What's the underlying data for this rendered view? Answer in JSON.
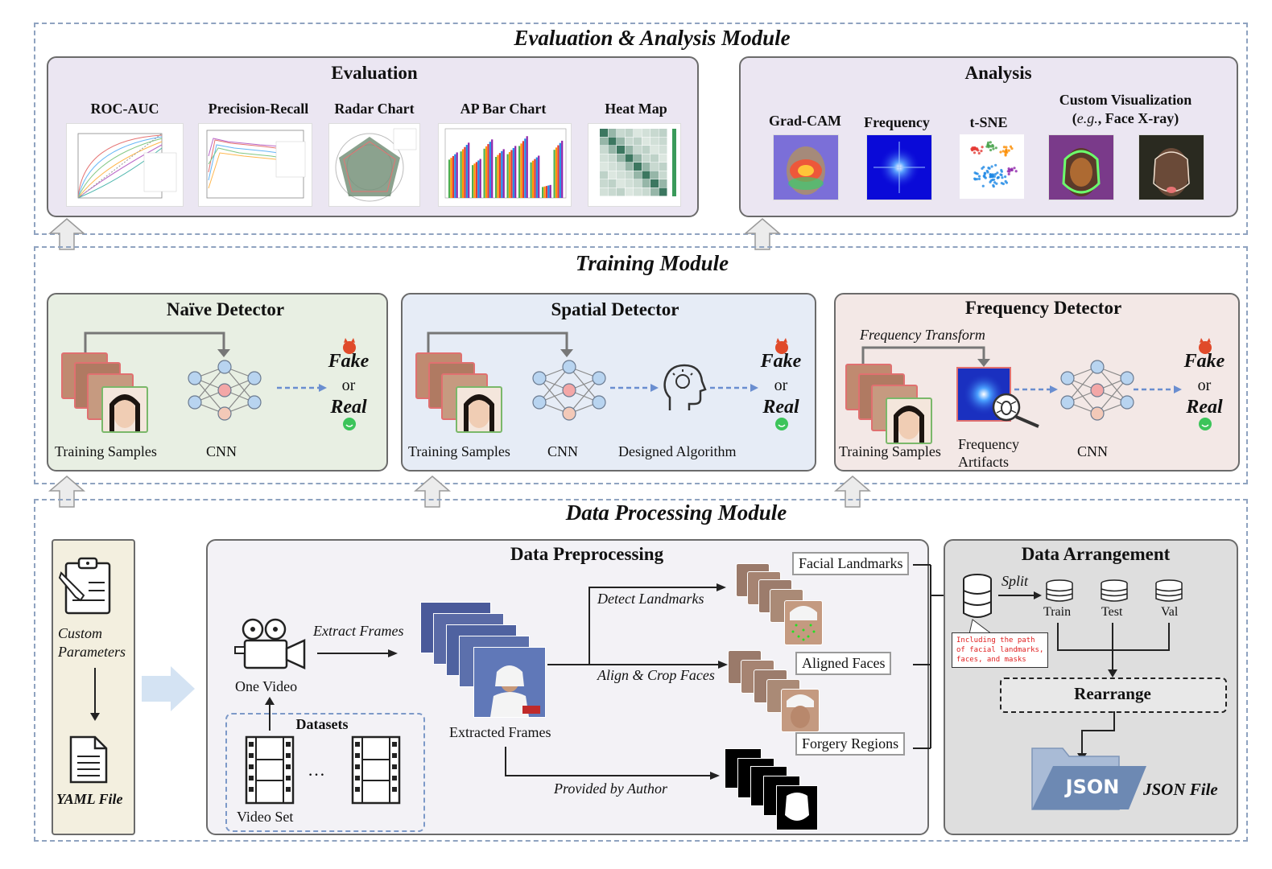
{
  "modules": {
    "evaluation_analysis": "Evaluation & Analysis Module",
    "training": "Training Module",
    "data_processing": "Data Processing Module"
  },
  "evaluation": {
    "title": "Evaluation",
    "items": [
      "ROC-AUC",
      "Precision-Recall",
      "Radar Chart",
      "AP Bar Chart",
      "Heat Map"
    ]
  },
  "analysis": {
    "title": "Analysis",
    "items": [
      "Grad-CAM",
      "Frequency",
      "t-SNE"
    ],
    "custom_line1": "Custom Visualization",
    "custom_line2_prefix": "(",
    "custom_line2_eg": "e.g.",
    "custom_line2_rest": ", Face X-ray)"
  },
  "naive": {
    "title": "Naïve Detector",
    "samples": "Training Samples",
    "cnn": "CNN",
    "fake": "Fake",
    "or": "or",
    "real": "Real"
  },
  "spatial": {
    "title": "Spatial Detector",
    "samples": "Training Samples",
    "cnn": "CNN",
    "algorithm": "Designed Algorithm",
    "fake": "Fake",
    "or": "or",
    "real": "Real"
  },
  "frequency": {
    "title": "Frequency Detector",
    "transform": "Frequency Transform",
    "samples": "Training Samples",
    "artifacts_line1": "Frequency",
    "artifacts_line2": "Artifacts",
    "cnn": "CNN",
    "fake": "Fake",
    "or": "or",
    "real": "Real"
  },
  "yaml": {
    "custom_line1": "Custom",
    "custom_line2": "Parameters",
    "file": "YAML File"
  },
  "preprocessing": {
    "title": "Data Preprocessing",
    "one_video": "One Video",
    "extract_frames": "Extract Frames",
    "datasets": "Datasets",
    "video_set": "Video Set",
    "ellipsis": "…",
    "extracted_frames": "Extracted Frames",
    "detect_landmarks": "Detect Landmarks",
    "align_crop": "Align & Crop Faces",
    "provided_by_author": "Provided by Author",
    "facial_landmarks": "Facial Landmarks",
    "aligned_faces": "Aligned Faces",
    "forgery_regions": "Forgery Regions"
  },
  "arrangement": {
    "title": "Data Arrangement",
    "split": "Split",
    "train": "Train",
    "test": "Test",
    "val": "Val",
    "note": "Including the path\nof facial landmarks,\nfaces, and masks",
    "rearrange": "Rearrange",
    "json": "JSON",
    "json_file": "JSON File"
  }
}
